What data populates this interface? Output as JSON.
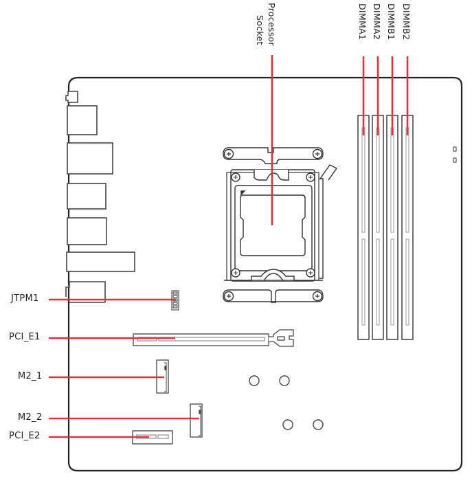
{
  "diagram": {
    "title": "Motherboard component layout",
    "leader_color": "#d9333f",
    "outline_color": "#222222",
    "component_color": "#444444",
    "slot_inner_color": "#9a9a9a"
  },
  "top_labels": {
    "processor_socket": [
      "Processor",
      "Socket"
    ],
    "dimm": [
      "DIMMA1",
      "DIMMA2",
      "DIMMB1",
      "DIMMB2"
    ]
  },
  "left_labels": [
    "JTPM1",
    "PCI_E1",
    "M2_1",
    "M2_2",
    "PCI_E2"
  ]
}
